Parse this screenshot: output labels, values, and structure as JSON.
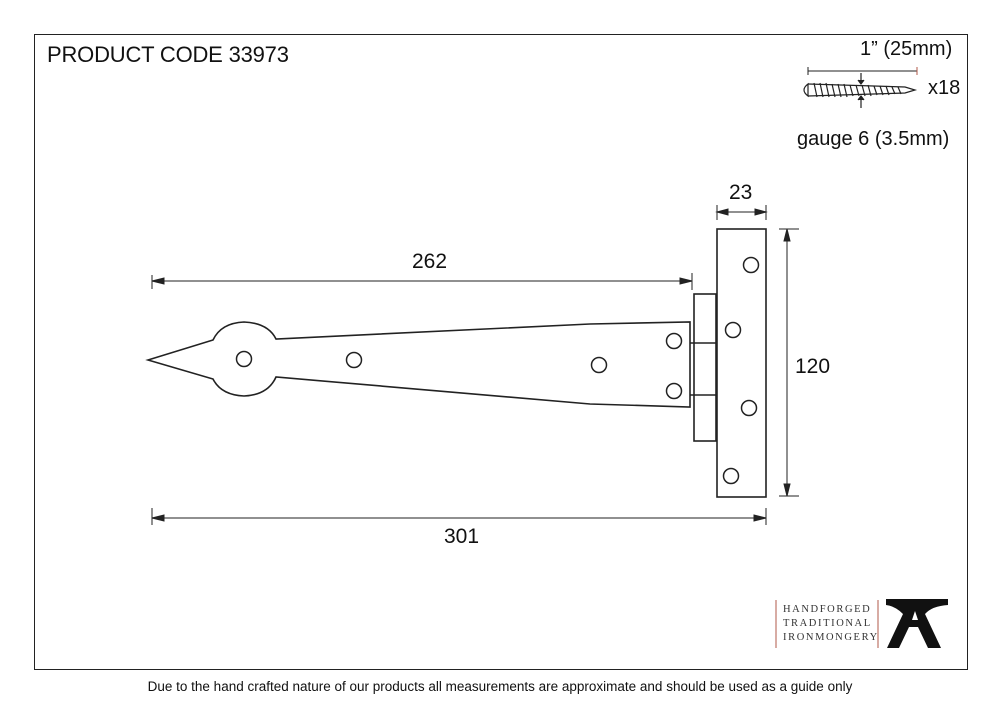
{
  "header": {
    "product_code": "PRODUCT CODE 33973"
  },
  "screw_spec": {
    "length": "1” (25mm)",
    "quantity": "x18",
    "gauge": "gauge 6 (3.5mm)",
    "icon": "screw-icon"
  },
  "dimensions": {
    "strap_length": "262",
    "plate_width": "23",
    "plate_height": "120",
    "overall_length": "301"
  },
  "brand": {
    "line1": "HANDFORGED",
    "line2": "TRADITIONAL",
    "line3": "IRONMONGERY",
    "logo": "anvil-icon",
    "accent_color": "#b05a4a"
  },
  "footer": {
    "disclaimer": "Due to the hand crafted nature of our products all measurements are approximate and should be used as a guide only"
  }
}
